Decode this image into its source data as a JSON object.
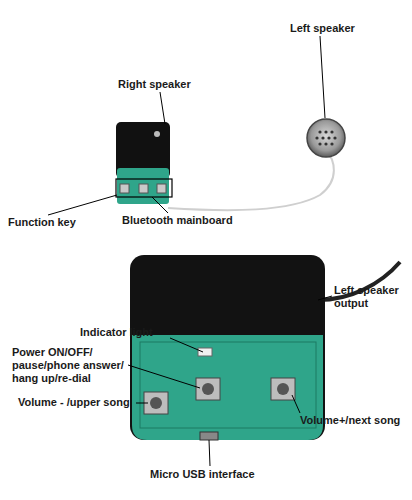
{
  "diagram": {
    "labels": [
      "Left speaker",
      "Right speaker",
      "Function key",
      "Bluetooth mainboard",
      "Indicator light",
      "Power ON/OFF/ pause/phone answer/ hang up/re-dial",
      "Left speaker output",
      "Volume - /upper song",
      "Volume+/next song",
      "Micro USB interface"
    ]
  }
}
